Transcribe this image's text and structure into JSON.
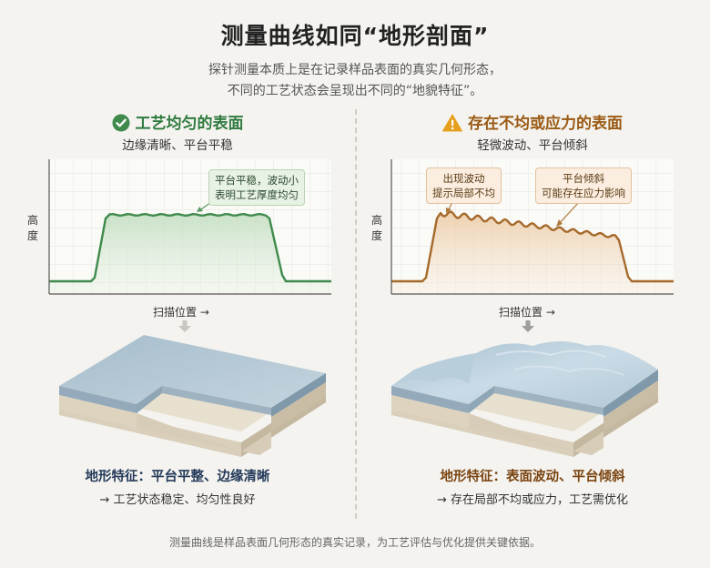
{
  "title": "测量曲线如同“地形剖面”",
  "subtitle": {
    "line1": "探针测量本质上是在记录样品表面的真实几何形态，",
    "line2": "不同的工艺状态会呈现出不同的“地貌特征”。"
  },
  "left": {
    "heading": "工艺均匀的表面",
    "heading_icon": "check-circle-icon",
    "subheading": "边缘清晰、平台平稳",
    "chart": {
      "ylabel": "高度",
      "xlabel": "扫描位置 →",
      "note": [
        "平台平稳，波动小",
        "表明工艺厚度均匀"
      ]
    },
    "feature": "地形特征：平台平整、边缘清晰",
    "feature_sub": "→ 工艺状态稳定、均匀性良好",
    "accent_color": "#3f8a4c"
  },
  "right": {
    "heading": "存在不均或应力的表面",
    "heading_icon": "warning-triangle-icon",
    "subheading": "轻微波动、平台倾斜",
    "chart": {
      "ylabel": "高度",
      "xlabel": "扫描位置 →",
      "note1": [
        "出现波动",
        "提示局部不均"
      ],
      "note2": [
        "平台倾斜",
        "可能存在应力影响"
      ]
    },
    "feature": "地形特征：表面波动、平台倾斜",
    "feature_sub": "→ 存在局部不均或应力，工艺需优化",
    "accent_color": "#a5692a"
  },
  "footer": "测量曲线是样品表面几何形态的真实记录，为工艺评估与优化提供关键依据。"
}
